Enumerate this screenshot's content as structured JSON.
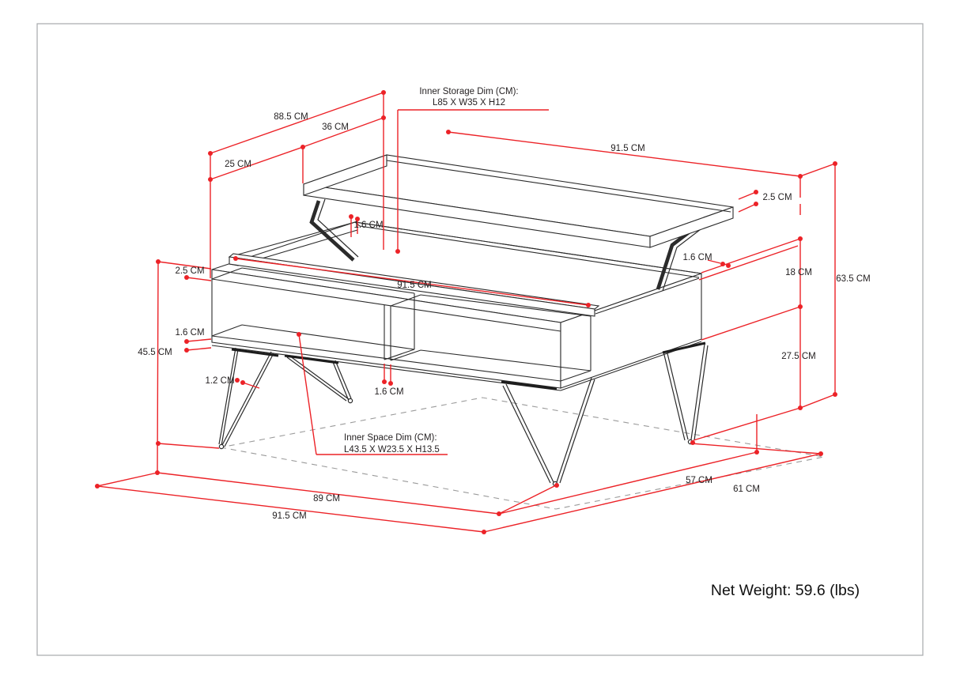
{
  "page": {
    "background": "#ffffff",
    "border_color": "#a7a9ac"
  },
  "colors": {
    "dimension_red": "#ec2227",
    "line_black": "#2b2b2b",
    "floor_dash_gray": "#9b9b9b"
  },
  "net_weight": "Net Weight: 59.6 (lbs)",
  "callouts": {
    "inner_storage": {
      "title": "Inner Storage Dim (CM):",
      "value": "L85 X W35 X H12"
    },
    "inner_space": {
      "title": "Inner Space Dim (CM):",
      "value": "L43.5 X W23.5 X H13.5"
    }
  },
  "dims": {
    "top_depth_total": "88.5 CM",
    "lift_section_depth": "36 CM",
    "fixed_section_depth": "25 CM",
    "lift_top_length": "91.5 CM",
    "lift_top_thickness": "2.5 CM",
    "storage_wall_thickness": "1.6 CM",
    "back_panel_thickness": "1.6 CM",
    "upper_section_height": "18 CM",
    "total_height_raised": "63.5 CM",
    "cabinet_top_thickness": "2.5 CM",
    "cabinet_length": "91.5 CM",
    "bottom_panel_thickness": "1.6 CM",
    "cabinet_height": "45.5 CM",
    "leg_rod_diameter": "1.2 CM",
    "divider_thickness": "1.6 CM",
    "leg_section_height": "27.5 CM",
    "floor_length_inner": "89 CM",
    "floor_length_outer": "91.5 CM",
    "floor_depth_inner": "57 CM",
    "floor_depth_outer": "61 CM"
  }
}
